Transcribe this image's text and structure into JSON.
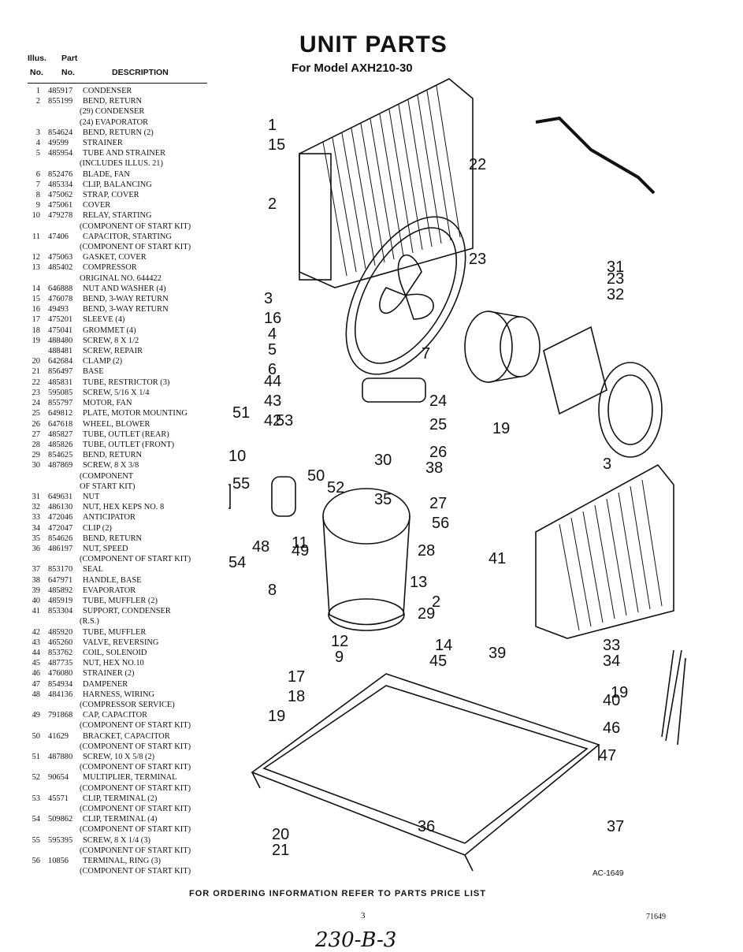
{
  "header": {
    "title": "UNIT PARTS",
    "subtitle": "For Model  AXH210-30",
    "col_illus": "Illus.",
    "col_no": "No.",
    "col_part": "Part",
    "col_part_no": "No.",
    "col_desc": "DESCRIPTION"
  },
  "parts": [
    {
      "n": "1",
      "p": "485917",
      "d": [
        "CONDENSER"
      ]
    },
    {
      "n": "2",
      "p": "855199",
      "d": [
        "BEND, RETURN",
        "(29) CONDENSER",
        "(24) EVAPORATOR"
      ]
    },
    {
      "n": "3",
      "p": "854624",
      "d": [
        "BEND, RETURN (2)"
      ]
    },
    {
      "n": "4",
      "p": "49599",
      "d": [
        "STRAINER"
      ]
    },
    {
      "n": "5",
      "p": "485954",
      "d": [
        "TUBE AND STRAINER",
        "(INCLUDES ILLUS. 21)"
      ]
    },
    {
      "n": "6",
      "p": "852476",
      "d": [
        "BLADE, FAN"
      ]
    },
    {
      "n": "7",
      "p": "485334",
      "d": [
        "CLIP, BALANCING"
      ]
    },
    {
      "n": "8",
      "p": "475062",
      "d": [
        "STRAP, COVER"
      ]
    },
    {
      "n": "9",
      "p": "475061",
      "d": [
        "COVER"
      ]
    },
    {
      "n": "10",
      "p": "479278",
      "d": [
        "RELAY, STARTING",
        "(COMPONENT OF START KIT)"
      ]
    },
    {
      "n": "11",
      "p": "47406",
      "d": [
        "CAPACITOR, STARTING",
        "(COMPONENT OF START KIT)"
      ]
    },
    {
      "n": "12",
      "p": "475063",
      "d": [
        "GASKET, COVER"
      ]
    },
    {
      "n": "13",
      "p": "485402",
      "d": [
        "COMPRESSOR",
        "ORIGINAL NO. 644422"
      ]
    },
    {
      "n": "14",
      "p": "646888",
      "d": [
        "NUT AND WASHER (4)"
      ]
    },
    {
      "n": "15",
      "p": "476078",
      "d": [
        "BEND, 3-WAY RETURN"
      ]
    },
    {
      "n": "16",
      "p": "49493",
      "d": [
        "BEND, 3-WAY RETURN"
      ]
    },
    {
      "n": "17",
      "p": "475201",
      "d": [
        "SLEEVE (4)"
      ]
    },
    {
      "n": "18",
      "p": "475041",
      "d": [
        "GROMMET (4)"
      ]
    },
    {
      "n": "19",
      "p": "488480",
      "d": [
        "SCREW, 8 x 1/2"
      ]
    },
    {
      "n": "",
      "p": "488481",
      "d": [
        "SCREW, REPAIR"
      ]
    },
    {
      "n": "20",
      "p": "642684",
      "d": [
        "CLAMP (2)"
      ]
    },
    {
      "n": "21",
      "p": "856497",
      "d": [
        "BASE"
      ]
    },
    {
      "n": "22",
      "p": "485831",
      "d": [
        "TUBE, RESTRICTOR (3)"
      ]
    },
    {
      "n": "23",
      "p": "595085",
      "d": [
        "SCREW, 5/16 x 1/4"
      ]
    },
    {
      "n": "24",
      "p": "855797",
      "d": [
        "MOTOR, FAN"
      ]
    },
    {
      "n": "25",
      "p": "649812",
      "d": [
        "PLATE, MOTOR MOUNTING"
      ]
    },
    {
      "n": "26",
      "p": "647618",
      "d": [
        "WHEEL, BLOWER"
      ]
    },
    {
      "n": "27",
      "p": "485827",
      "d": [
        "TUBE, OUTLET (REAR)"
      ]
    },
    {
      "n": "28",
      "p": "485826",
      "d": [
        "TUBE, OUTLET (FRONT)"
      ]
    },
    {
      "n": "29",
      "p": "854625",
      "d": [
        "BEND, RETURN"
      ]
    },
    {
      "n": "30",
      "p": "487869",
      "d": [
        "SCREW, 8 x 3/8",
        "(COMPONENT",
        "OF START KIT)"
      ]
    },
    {
      "n": "31",
      "p": "649631",
      "d": [
        "NUT"
      ]
    },
    {
      "n": "32",
      "p": "486130",
      "d": [
        "NUT, HEX KEPS NO. 8"
      ]
    },
    {
      "n": "33",
      "p": "472046",
      "d": [
        "ANTICIPATOR"
      ]
    },
    {
      "n": "34",
      "p": "472047",
      "d": [
        "CLIP (2)"
      ]
    },
    {
      "n": "35",
      "p": "854626",
      "d": [
        "BEND, RETURN"
      ]
    },
    {
      "n": "36",
      "p": "486197",
      "d": [
        "NUT, SPEED",
        "(COMPONENT OF START KIT)"
      ]
    },
    {
      "n": "37",
      "p": "853170",
      "d": [
        "SEAL"
      ]
    },
    {
      "n": "38",
      "p": "647971",
      "d": [
        "HANDLE, BASE"
      ]
    },
    {
      "n": "39",
      "p": "485892",
      "d": [
        "EVAPORATOR"
      ]
    },
    {
      "n": "40",
      "p": "485919",
      "d": [
        "TUBE, MUFFLER (2)"
      ]
    },
    {
      "n": "41",
      "p": "853304",
      "d": [
        "SUPPORT, CONDENSER",
        "(R.S.)"
      ]
    },
    {
      "n": "42",
      "p": "485920",
      "d": [
        "TUBE, MUFFLER"
      ]
    },
    {
      "n": "43",
      "p": "465260",
      "d": [
        "VALVE, REVERSING"
      ]
    },
    {
      "n": "44",
      "p": "853762",
      "d": [
        "COIL, SOLENOID"
      ]
    },
    {
      "n": "45",
      "p": "487735",
      "d": [
        "NUT, HEX NO.10"
      ]
    },
    {
      "n": "46",
      "p": "476080",
      "d": [
        "STRAINER (2)"
      ]
    },
    {
      "n": "47",
      "p": "854934",
      "d": [
        "DAMPENER"
      ]
    },
    {
      "n": "48",
      "p": "484136",
      "d": [
        "HARNESS, WIRING",
        "(COMPRESSOR SERVICE)"
      ]
    },
    {
      "n": "49",
      "p": "791868",
      "d": [
        "CAP, CAPACITOR",
        "(COMPONENT OF START KIT)"
      ]
    },
    {
      "n": "50",
      "p": "41629",
      "d": [
        "BRACKET, CAPACITOR",
        "(COMPONENT OF START KIT)"
      ]
    },
    {
      "n": "51",
      "p": "487880",
      "d": [
        "SCREW, 10 x 5/8 (2)",
        "(COMPONENT OF START KIT)"
      ]
    },
    {
      "n": "52",
      "p": "90654",
      "d": [
        "MULTIPLIER, TERMINAL",
        "(COMPONENT OF START KIT)"
      ]
    },
    {
      "n": "53",
      "p": "45571",
      "d": [
        "CLIP, TERMINAL (2)",
        "(COMPONENT OF START KIT)"
      ]
    },
    {
      "n": "54",
      "p": "509862",
      "d": [
        "CLIP, TERMINAL (4)",
        "(COMPONENT OF START KIT)"
      ]
    },
    {
      "n": "55",
      "p": "595395",
      "d": [
        "SCREW, 8 x 1/4 (3)",
        "(COMPONENT OF START KIT)"
      ]
    },
    {
      "n": "56",
      "p": "10856",
      "d": [
        "TERMINAL, RING (3)",
        "(COMPONENT OF START KIT)"
      ]
    }
  ],
  "footer": {
    "ordering": "FOR ORDERING INFORMATION REFER TO PARTS PRICE LIST",
    "page": "3",
    "doc_no": "71649",
    "ac_no": "AC-1649",
    "handwritten": "230-B-3"
  },
  "callouts": [
    "1",
    "2",
    "3",
    "4",
    "5",
    "6",
    "7",
    "8",
    "9",
    "10",
    "11",
    "12",
    "13",
    "14",
    "15",
    "16",
    "17",
    "18",
    "19",
    "19",
    "19",
    "20",
    "21",
    "22",
    "23",
    "23",
    "24",
    "25",
    "26",
    "27",
    "28",
    "29",
    "30",
    "31",
    "32",
    "33",
    "34",
    "35",
    "36",
    "37",
    "38",
    "39",
    "40",
    "41",
    "42",
    "43",
    "44",
    "45",
    "46",
    "47",
    "48",
    "49",
    "50",
    "51",
    "52",
    "53",
    "54",
    "55",
    "56",
    "2",
    "3",
    "19"
  ]
}
